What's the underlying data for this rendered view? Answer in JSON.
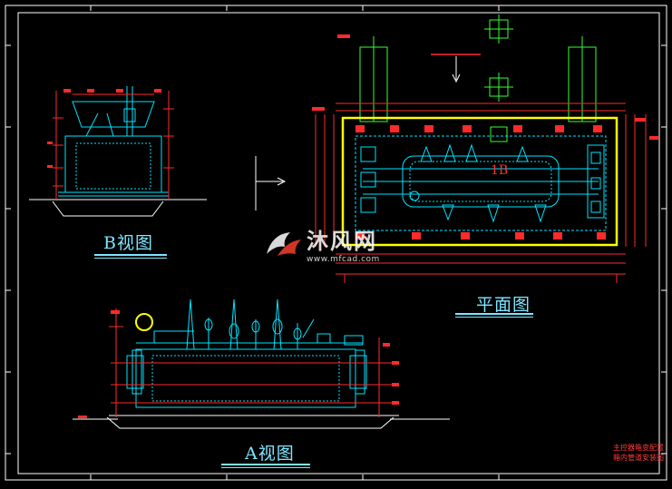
{
  "views": {
    "b_view_title": "B视图",
    "plan_view_title": "平面图",
    "a_view_title": "A视图",
    "plan_label": "1B"
  },
  "watermark": {
    "brand": "沐风网",
    "url": "www.mfcad.com"
  },
  "title_block": {
    "line1": "主控器箱变配置",
    "line2": "箱内管道安装图"
  },
  "colors": {
    "background": "#000000",
    "border": "#ffffff",
    "equipment": "#00e5ff",
    "dimension": "#ff2a2a",
    "highlight": "#ffff00",
    "foundation": "#33ff33",
    "title": "#7fe6ff"
  }
}
